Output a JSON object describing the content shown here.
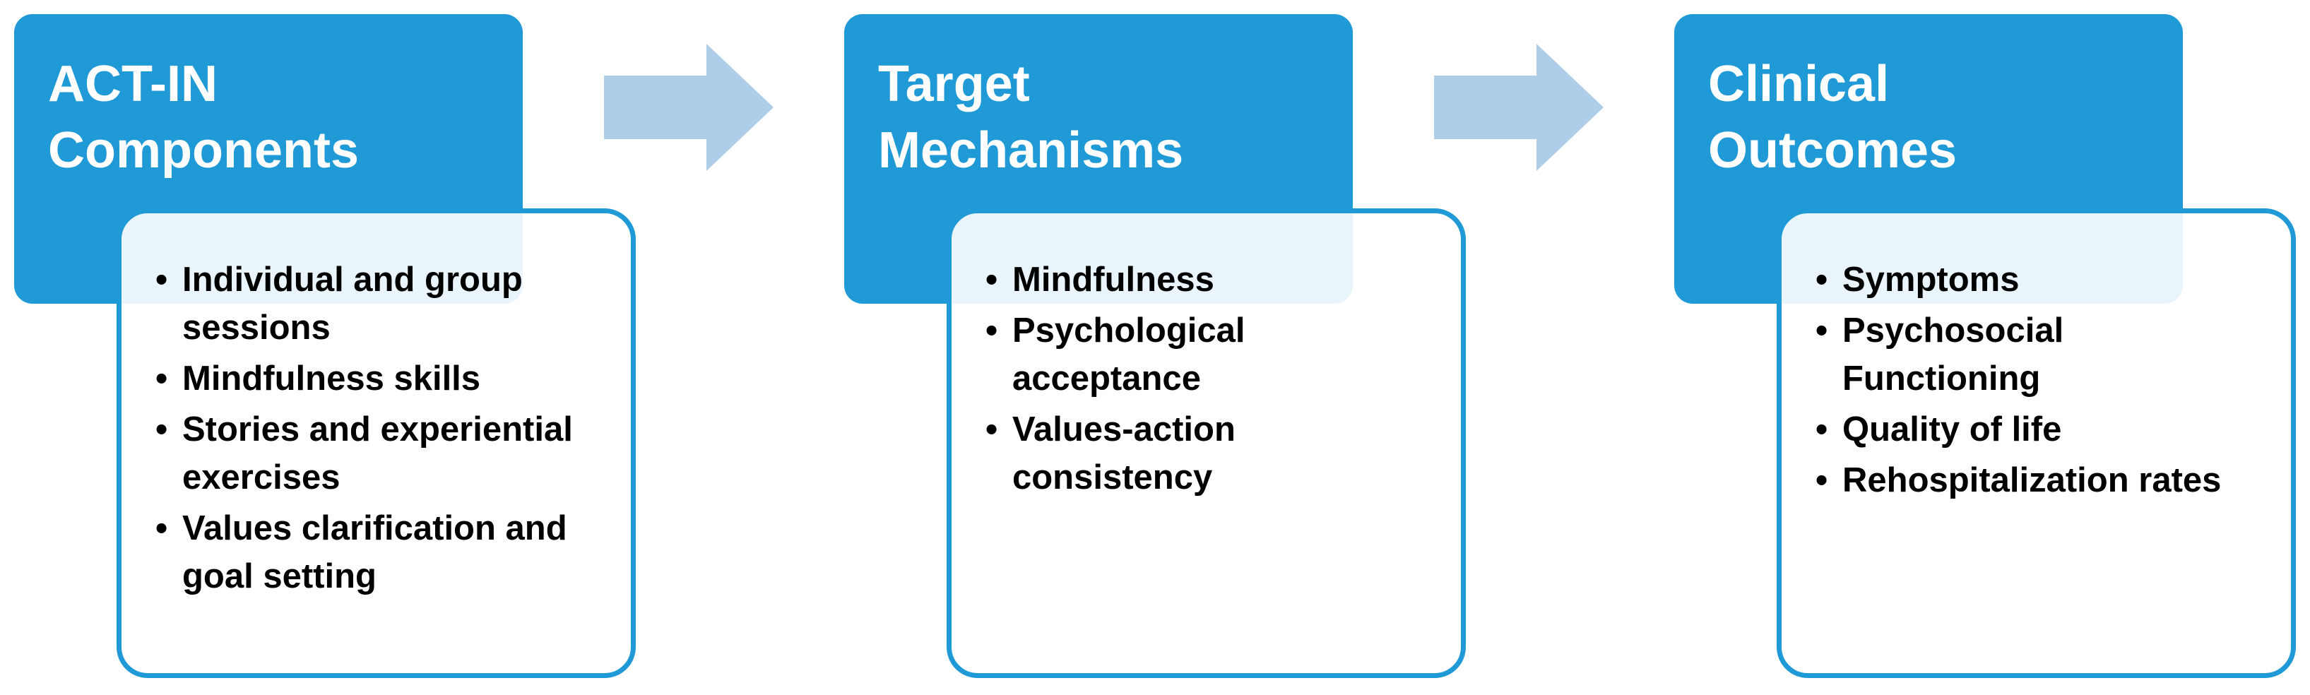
{
  "stages": [
    {
      "title_lines": [
        "ACT-IN",
        "Components"
      ],
      "items": [
        "Individual and group sessions",
        "Mindfulness skills",
        "Stories and experiential exercises",
        "Values clarification and goal setting"
      ]
    },
    {
      "title_lines": [
        "Target",
        "Mechanisms"
      ],
      "items": [
        "Mindfulness",
        "Psychological acceptance",
        "Values-action consistency"
      ]
    },
    {
      "title_lines": [
        "Clinical",
        "Outcomes"
      ],
      "items": [
        "Symptoms",
        "Psychosocial Functioning",
        "Quality of life",
        "Rehospitalization rates"
      ]
    }
  ],
  "colors": {
    "header_fill": "#1f9ad6",
    "box_border": "#1f9ad6",
    "arrow_fill": "#aecde8",
    "title_text": "#ffffff",
    "item_text": "#000000"
  },
  "icons": {
    "arrow": "right-arrow-icon",
    "bullet": "bullet-icon"
  }
}
